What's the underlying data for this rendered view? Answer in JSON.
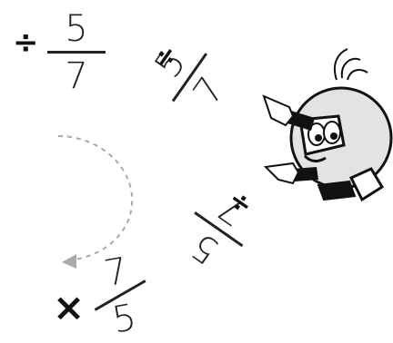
{
  "divide_symbol": "÷",
  "multiply_symbol": "×",
  "fraction": {
    "numerator": "5",
    "denominator": "7"
  },
  "reciprocal": {
    "numerator": "7",
    "denominator": "5"
  },
  "colors": {
    "ink": "#222222",
    "mascot_fill": "#e3e3e3",
    "arrow": "#aaaaaa"
  },
  "icons": [
    "mascot-character",
    "curved-dashed-arrow",
    "pointing-hand-icon"
  ]
}
